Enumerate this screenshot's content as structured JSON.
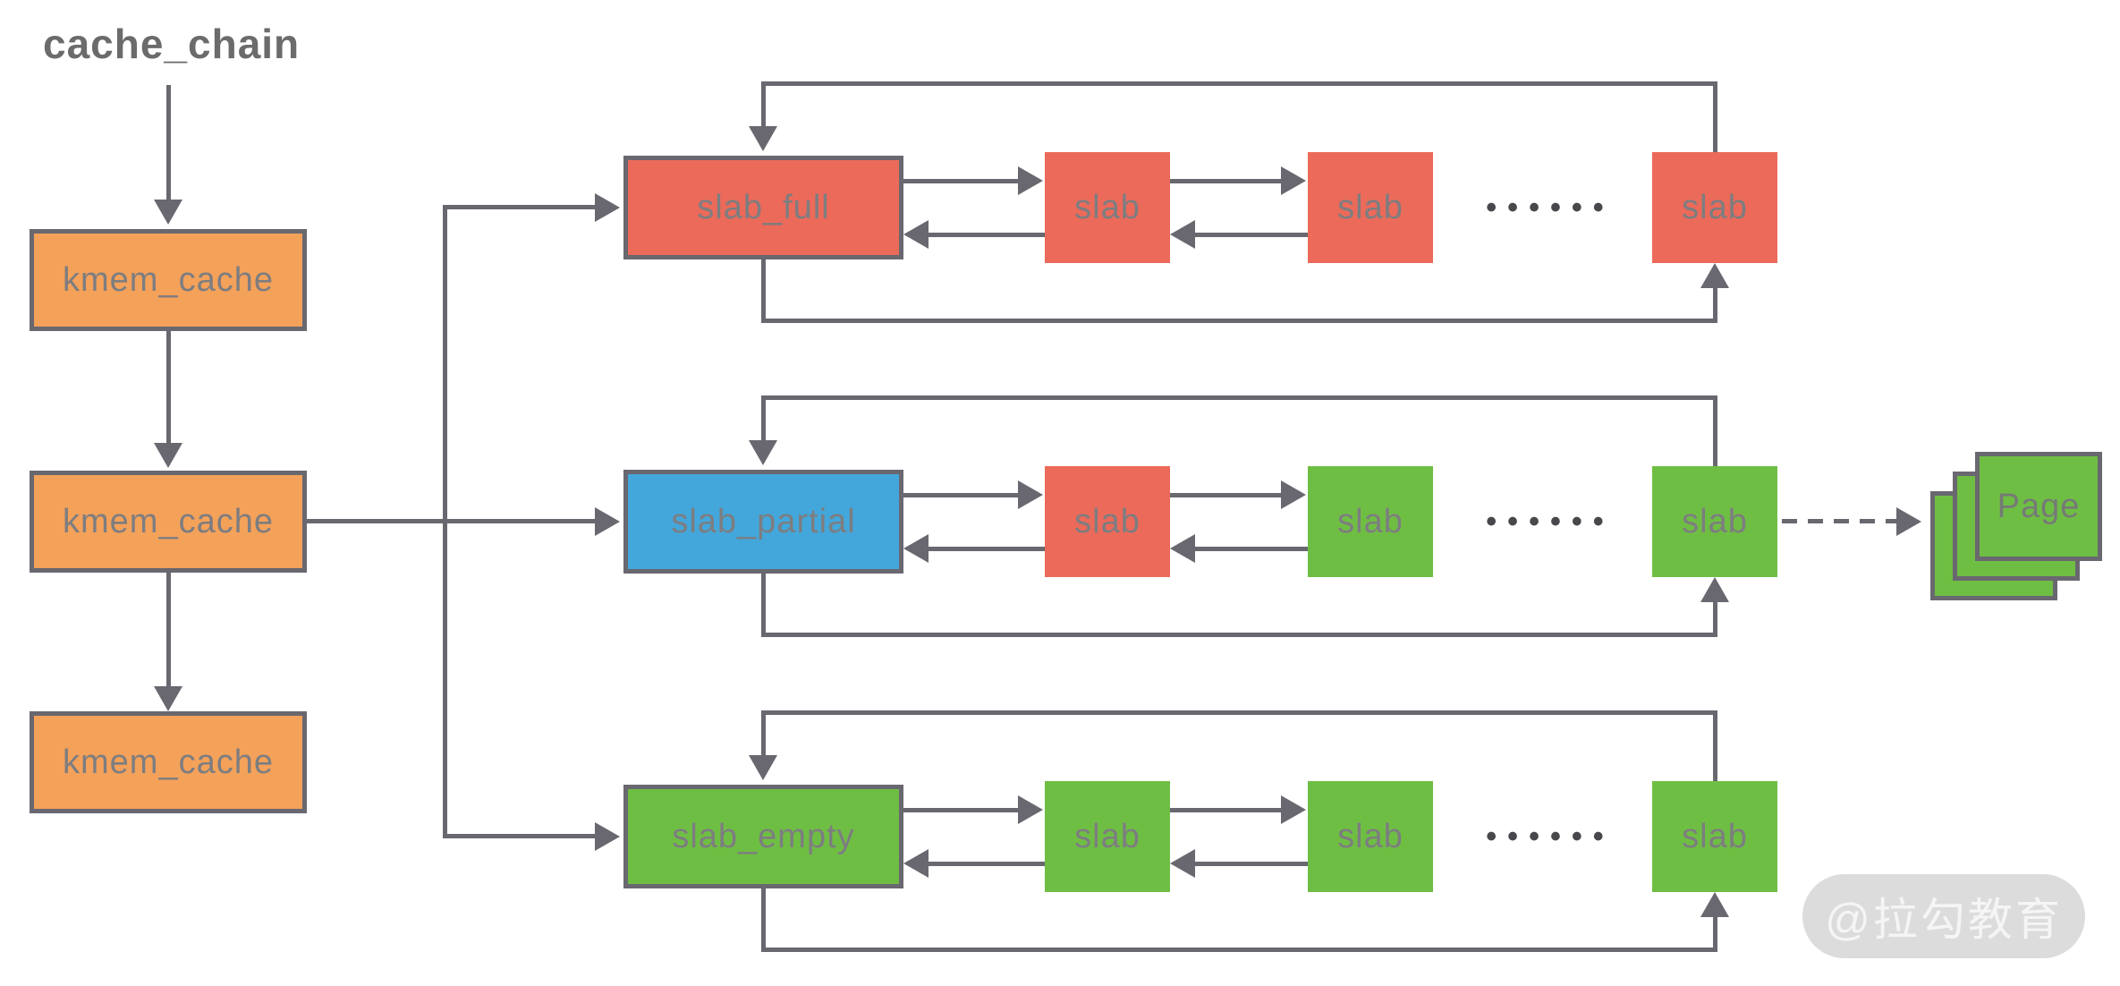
{
  "title": "cache_chain",
  "left_column": {
    "nodes": [
      {
        "label": "kmem_cache"
      },
      {
        "label": "kmem_cache"
      },
      {
        "label": "kmem_cache"
      }
    ]
  },
  "rows": [
    {
      "head": {
        "label": "slab_full",
        "color": "#EB6A5A"
      },
      "nodes": [
        {
          "label": "slab",
          "color": "#EB6A5A"
        },
        {
          "label": "slab",
          "color": "#EB6A5A"
        },
        {
          "label": "slab",
          "color": "#EB6A5A"
        }
      ],
      "ellipsis": "••••••"
    },
    {
      "head": {
        "label": "slab_partial",
        "color": "#43A7DB"
      },
      "nodes": [
        {
          "label": "slab",
          "color": "#EB6A5A"
        },
        {
          "label": "slab",
          "color": "#6FBE44"
        },
        {
          "label": "slab",
          "color": "#6FBE44"
        }
      ],
      "ellipsis": "••••••",
      "page_stack": {
        "label": "Page",
        "color": "#6FBE44",
        "card_count": 3
      }
    },
    {
      "head": {
        "label": "slab_empty",
        "color": "#6FBE44"
      },
      "nodes": [
        {
          "label": "slab",
          "color": "#6FBE44"
        },
        {
          "label": "slab",
          "color": "#6FBE44"
        },
        {
          "label": "slab",
          "color": "#6FBE44"
        }
      ],
      "ellipsis": "••••••"
    }
  ],
  "watermark": {
    "text": "@拉勾教育"
  },
  "colors": {
    "orange": "#F4A15A",
    "red": "#EB6A5A",
    "blue": "#43A7DB",
    "green": "#6FBE44",
    "line": "#69676F",
    "label_text": "#7D7D80",
    "watermark_bg": "#DCDCDC",
    "watermark_text": "#F5F5F5"
  }
}
